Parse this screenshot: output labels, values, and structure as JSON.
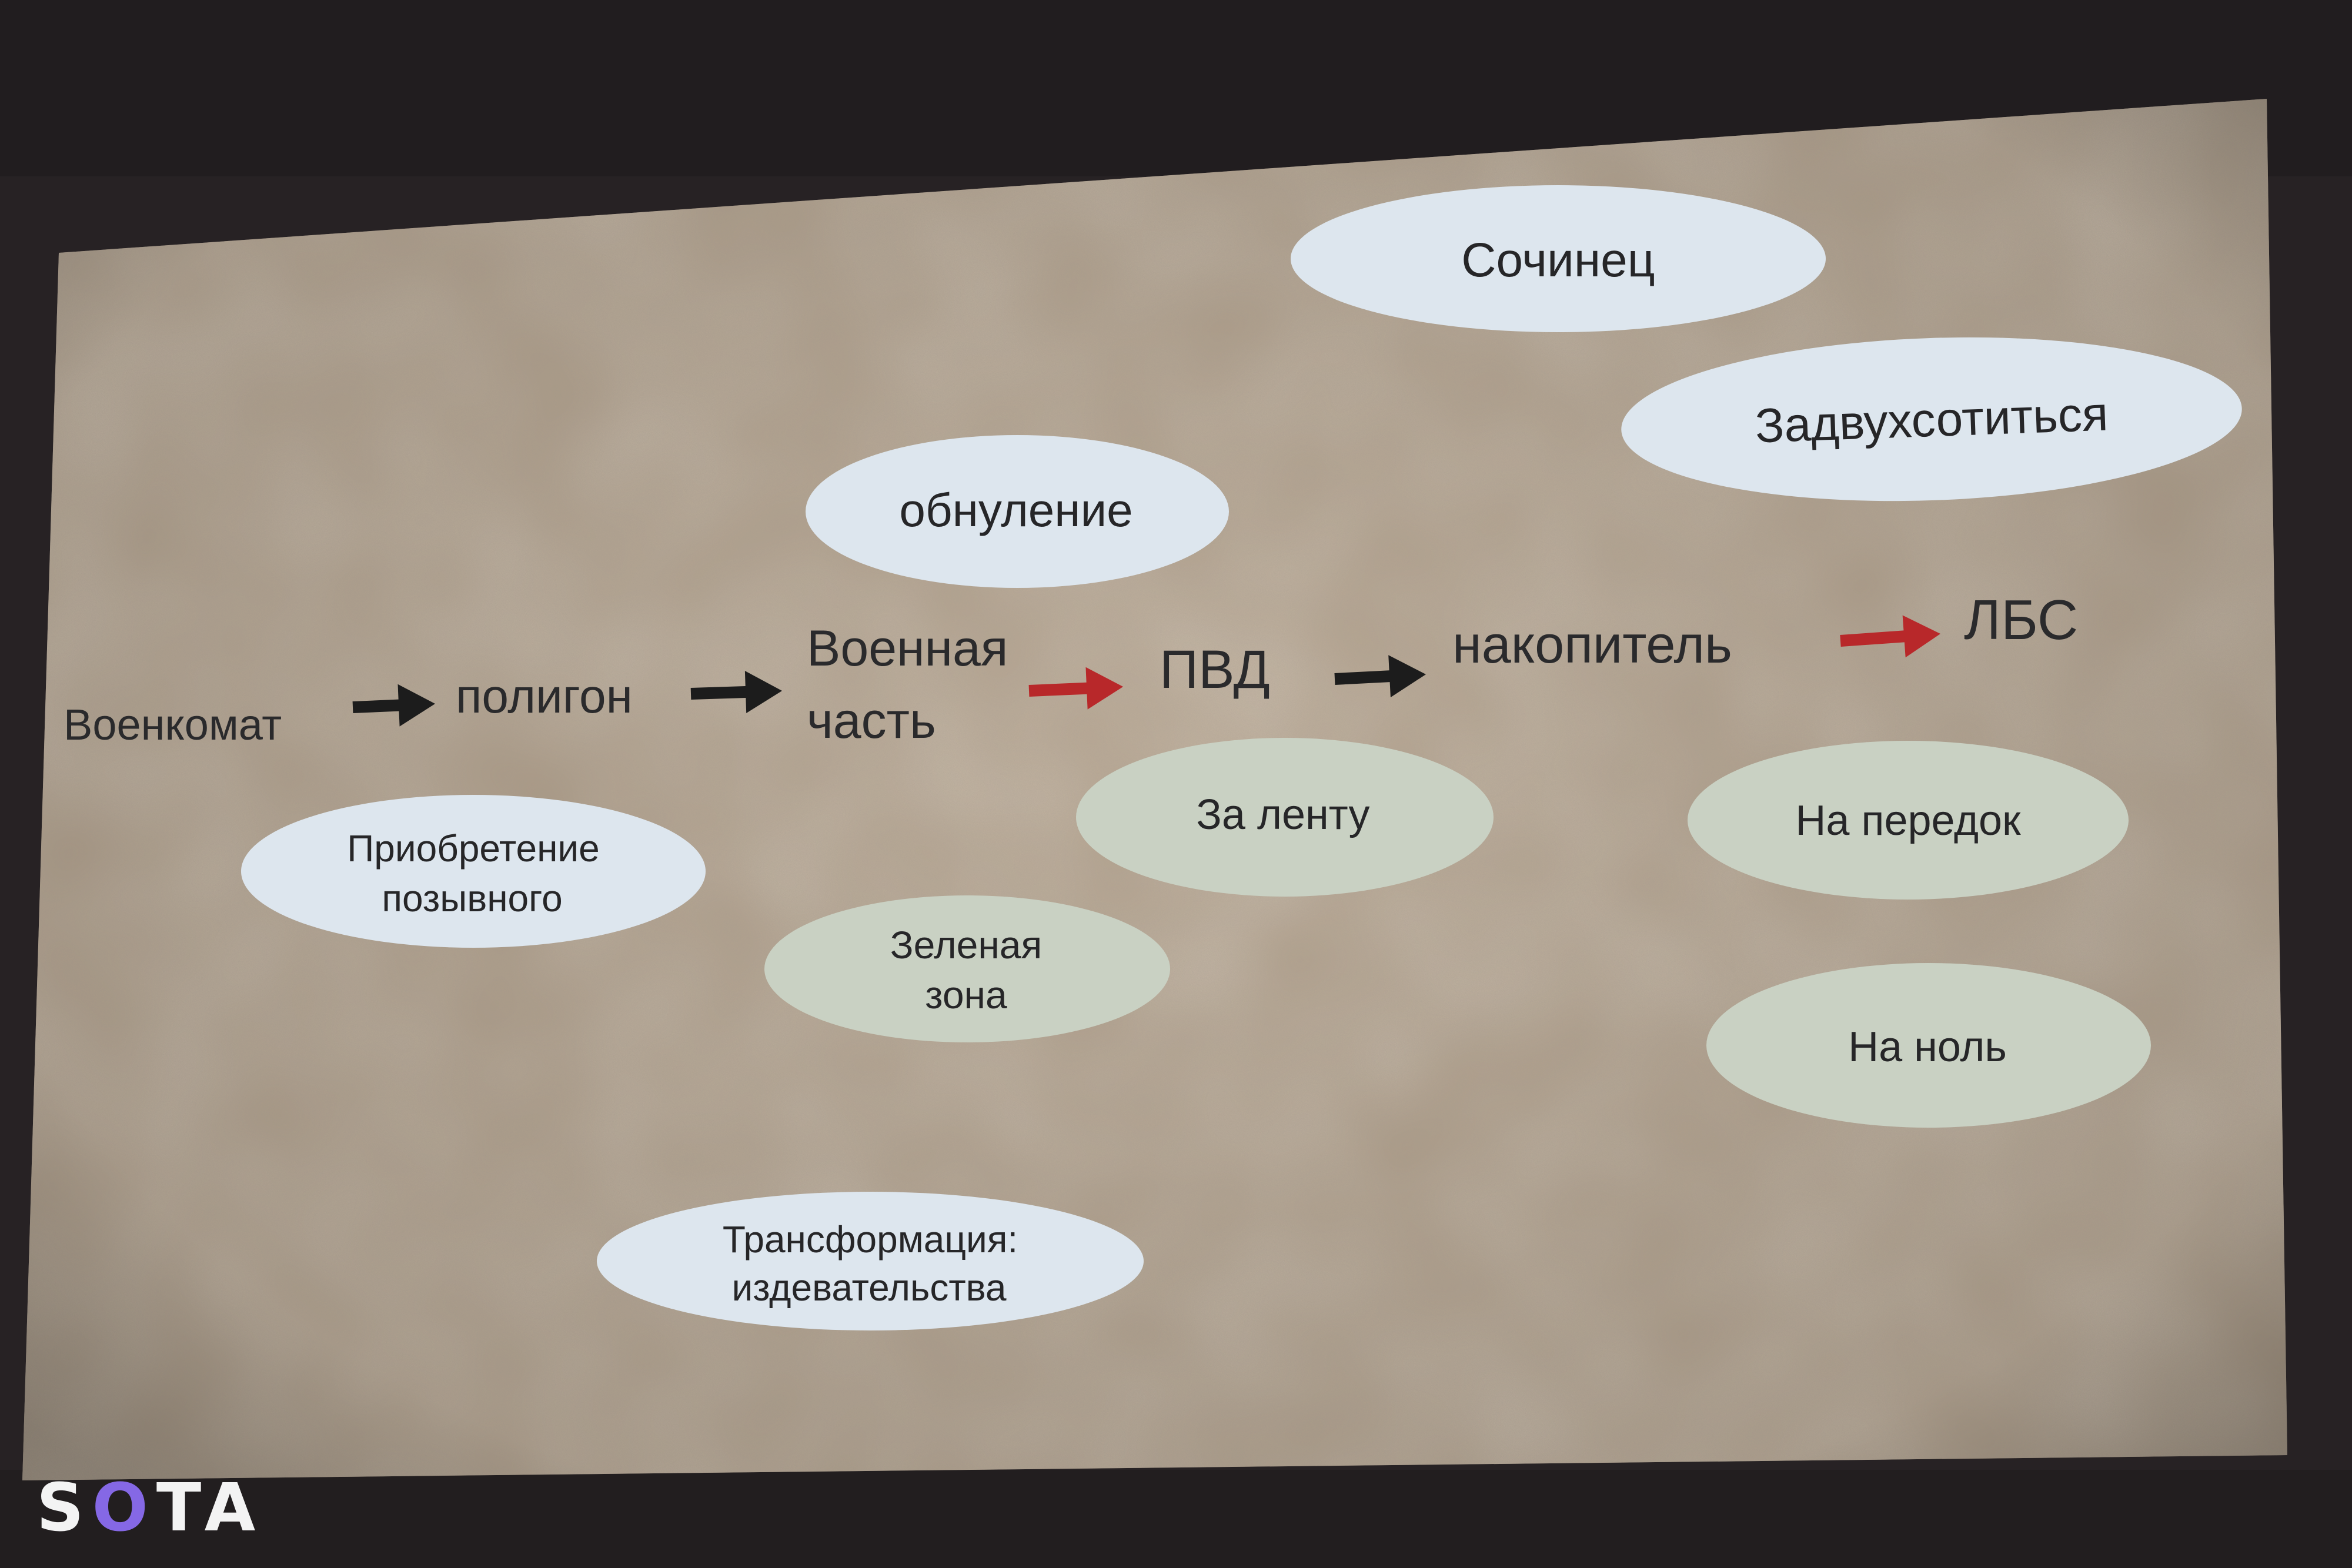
{
  "slide": {
    "flow": [
      {
        "id": "voenkomat",
        "text": "Военкомат"
      },
      {
        "id": "poligon",
        "text": "полигон"
      },
      {
        "id": "voennaya-chast",
        "line1": "Военная",
        "line2": "часть"
      },
      {
        "id": "pvd",
        "text": "ПВД"
      },
      {
        "id": "nakopitel",
        "text": "накопитель"
      },
      {
        "id": "lbs",
        "text": "ЛБС"
      }
    ],
    "arrows": [
      {
        "from": "voenkomat",
        "to": "poligon",
        "color": "#1c1c1c"
      },
      {
        "from": "poligon",
        "to": "voennaya-chast",
        "color": "#1c1c1c"
      },
      {
        "from": "voennaya-chast",
        "to": "pvd",
        "color": "#b8282a"
      },
      {
        "from": "pvd",
        "to": "nakopitel",
        "color": "#1c1c1c"
      },
      {
        "from": "nakopitel",
        "to": "lbs",
        "color": "#b8282a"
      }
    ],
    "bubbles": {
      "sochinets": "Сочинец",
      "zadvukhototsya": "Задвухсотиться",
      "obnulenie": "обнуление",
      "za_lentu": "За ленту",
      "na_peredok": "На передок",
      "priobretenie_1": "Приобретение",
      "priobretenie_2": "позывного",
      "zelenaya_1": "Зеленая",
      "zelenaya_2": "зона",
      "na_nol": "На ноль",
      "transformatsiya_1": "Трансформация:",
      "transformatsiya_2": "издевательства"
    },
    "colors": {
      "blue_bubble": "#dde6ee",
      "green_bubble": "#c9d1c3",
      "background": "#b19f89",
      "arrow_red": "#b8282a",
      "arrow_black": "#1c1c1c"
    }
  },
  "watermark": {
    "prefix": "S",
    "middle": "O",
    "suffix": "TA"
  }
}
